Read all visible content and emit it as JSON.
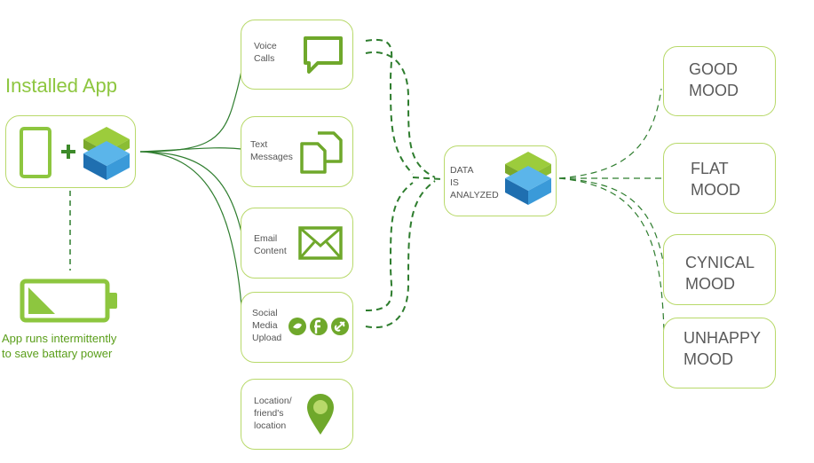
{
  "app": {
    "title": "Installed App",
    "caption": "App runs intermittently\nto save battary power"
  },
  "sources": [
    {
      "label": "Voice\nCalls",
      "icon": "speech-bubble-icon"
    },
    {
      "label": "Text\nMessages",
      "icon": "documents-icon"
    },
    {
      "label": "Email\nContent",
      "icon": "envelope-icon"
    },
    {
      "label": "Social\nMedia\nUpload",
      "icon": "social-icons"
    },
    {
      "label": "Location/\nfriend's\nlocation",
      "icon": "location-pin-icon"
    }
  ],
  "analysis": {
    "label": "DATA\nIS\nANALYZED",
    "icon": "data-cube-icon"
  },
  "moods": [
    {
      "label": "GOOD\nMOOD"
    },
    {
      "label": "FLAT\nMOOD"
    },
    {
      "label": "CYNICAL\nMOOD"
    },
    {
      "label": "UNHAPPY\nMOOD"
    }
  ],
  "colors": {
    "border": "#b8d96a",
    "accent": "#8dc63f",
    "icon_green": "#6fa82b",
    "line": "#2e7d2e",
    "cube_top": "#9ccc3c",
    "cube_blue": "#3a9ad9"
  }
}
